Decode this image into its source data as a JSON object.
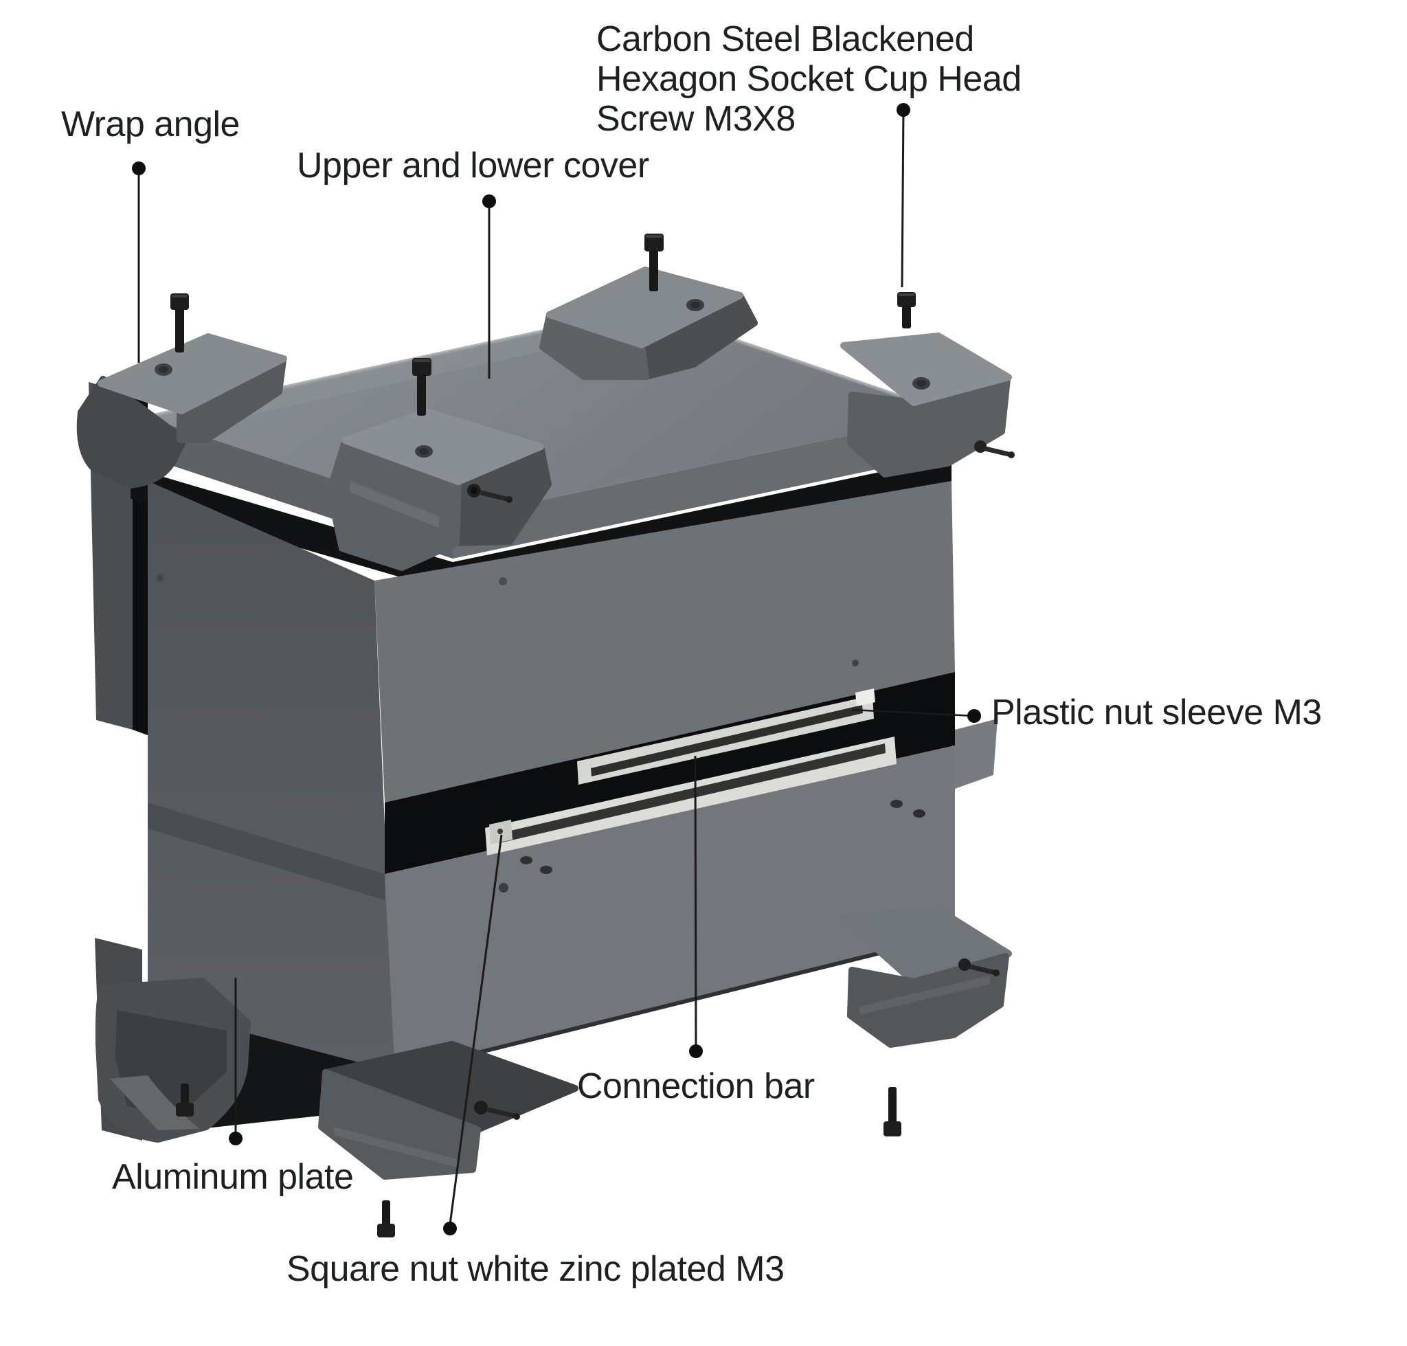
{
  "diagram": {
    "kind": "annotated exploded-view product diagram",
    "subject": "metal enclosure box with corner guards, covers and connection bars"
  },
  "labels": {
    "wrap_angle": "Wrap angle",
    "upper_and_lower_cover": "Upper and lower cover",
    "screw_line1": "Carbon Steel Blackened",
    "screw_line2": "Hexagon Socket Cup Head",
    "screw_line3": "Screw M3X8",
    "plastic_nut_sleeve": "Plastic nut sleeve M3",
    "connection_bar": "Connection bar",
    "aluminum_plate": "Aluminum plate",
    "square_nut": "Square nut white zinc plated M3"
  },
  "colors": {
    "background": "#ffffff",
    "text": "#1e1f21",
    "leader_line": "#1a1a1a",
    "cover_top": "#7e8286",
    "cover_front_right": "#686c6f",
    "cover_front_left": "#5e6265",
    "body_front": "#6f7275",
    "body_left": "#56595c",
    "lower_panel": "#73767a",
    "gap_shadow": "#0c0d0e",
    "corner_guard_top": "#8a8f93",
    "corner_guard_body": "#585c5f",
    "rail_silver": "#d8d8d5",
    "screw_black": "#1d1d1d"
  }
}
